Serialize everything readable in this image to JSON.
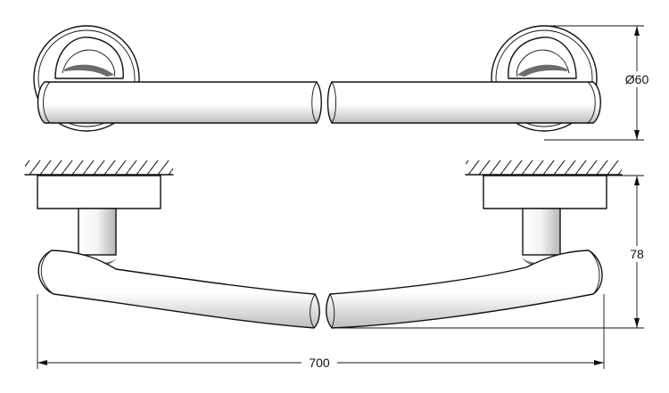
{
  "dimensions": {
    "diameter_label": "Ø60",
    "height_label": "78",
    "length_label": "700"
  },
  "colors": {
    "line": "#111111",
    "shade": "#d9d9d9",
    "background": "#ffffff"
  }
}
